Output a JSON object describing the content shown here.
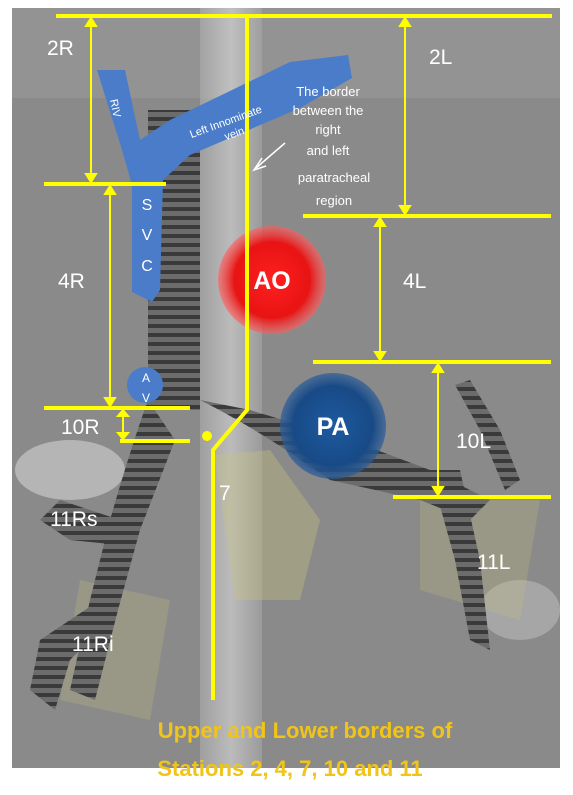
{
  "stations": {
    "s2R": "2R",
    "s2L": "2L",
    "s4R": "4R",
    "s4L": "4L",
    "s10R": "10R",
    "s10L": "10L",
    "s7": "7",
    "s11Rs": "11Rs",
    "s11Ri": "11Ri",
    "s11L": "11L"
  },
  "structures": {
    "aorta": "AO",
    "pulmonary_artery": "PA",
    "riv": "RIV",
    "left_innominate_vein": [
      "Left Innominate",
      "vein"
    ],
    "svc": [
      "S",
      "V",
      "C"
    ],
    "azygos": [
      "A",
      "V"
    ]
  },
  "annotation": [
    "The border",
    "between the",
    "right",
    "and left",
    "paratracheal",
    "region"
  ],
  "caption": [
    "Upper and Lower borders of",
    "Stations 2, 4, 7, 10 and 11"
  ],
  "colors": {
    "background": "#8a8a8a",
    "border_lines": "#ffff00",
    "labels": "#ffffff",
    "aorta": "#e81313",
    "pulmonary_artery": "#1b4f8e",
    "veins": "#4a7cc9",
    "caption": "#f0c419"
  }
}
